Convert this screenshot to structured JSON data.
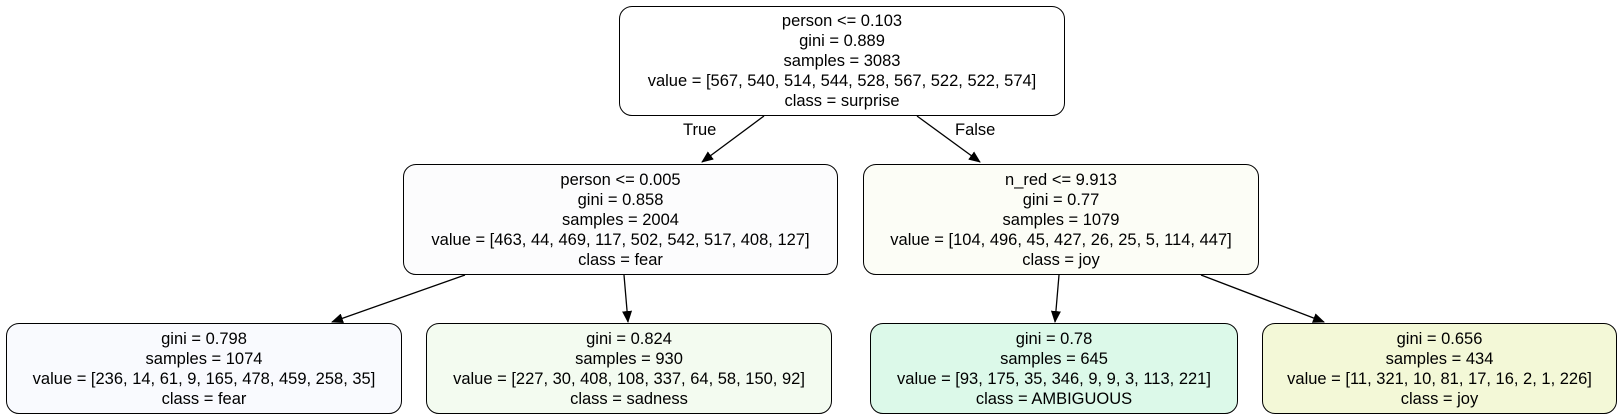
{
  "tree": {
    "root": {
      "lines": [
        "person <= 0.103",
        "gini = 0.889",
        "samples = 3083",
        "value = [567, 540, 514, 544, 528, 567, 522, 522, 574]",
        "class = surprise"
      ],
      "fill": "#ffffff"
    },
    "left": {
      "lines": [
        "person <= 0.005",
        "gini = 0.858",
        "samples = 2004",
        "value = [463, 44, 469, 117, 502, 542, 517, 408, 127]",
        "class = fear"
      ],
      "fill": "#fcfcfd"
    },
    "right": {
      "lines": [
        "n_red <= 9.913",
        "gini = 0.77",
        "samples = 1079",
        "value = [104, 496, 45, 427, 26, 25, 5, 114, 447]",
        "class = joy"
      ],
      "fill": "#fcfdf6"
    },
    "left_left": {
      "lines": [
        "gini = 0.798",
        "samples = 1074",
        "value = [236, 14, 61, 9, 165, 478, 459, 258, 35]",
        "class = fear"
      ],
      "fill": "#f9fafe"
    },
    "left_right": {
      "lines": [
        "gini = 0.824",
        "samples = 930",
        "value = [227, 30, 408, 108, 337, 64, 58, 150, 92]",
        "class = sadness"
      ],
      "fill": "#f3fbf0"
    },
    "right_left": {
      "lines": [
        "gini = 0.78",
        "samples = 645",
        "value = [93, 175, 35, 346, 9, 9, 3, 113, 221]",
        "class = AMBIGUOUS"
      ],
      "fill": "#dcf9e9"
    },
    "right_right": {
      "lines": [
        "gini = 0.656",
        "samples = 434",
        "value = [11, 321, 10, 81, 17, 16, 2, 1, 226]",
        "class = joy"
      ],
      "fill": "#f3f8d7"
    }
  },
  "edge_labels": {
    "true": "True",
    "false": "False"
  },
  "colors": {
    "stroke": "#000000",
    "background": "#ffffff"
  }
}
